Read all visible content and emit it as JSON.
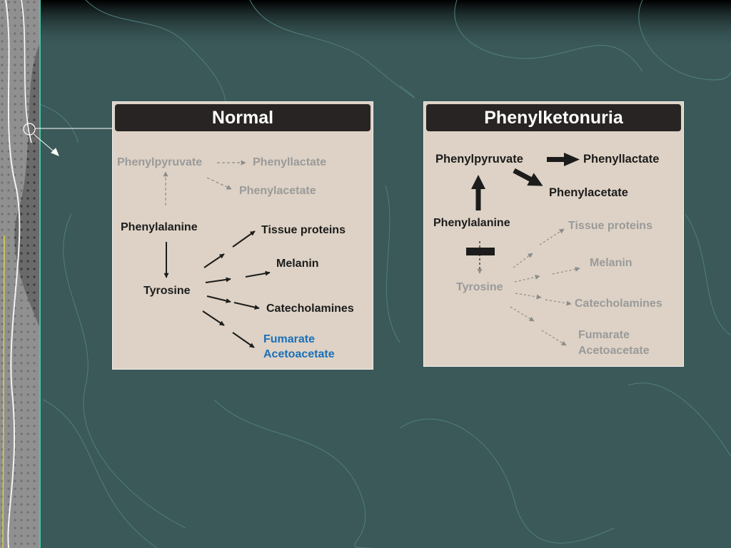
{
  "colors": {
    "background": "#3b5959",
    "panel": "#ddd2c5",
    "header": "#282423",
    "active_text": "#1c1c1c",
    "inactive_text": "#9a9a9a",
    "highlight_text": "#1a6fb8"
  },
  "normal": {
    "title": "Normal",
    "phenylpyruvate": "Phenylpyruvate",
    "phenyllactate": "Phenyllactate",
    "phenylacetate": "Phenylacetate",
    "phenylalanine": "Phenylalanine",
    "tyrosine": "Tyrosine",
    "tissue_proteins": "Tissue proteins",
    "melanin": "Melanin",
    "catecholamines": "Catecholamines",
    "fumarate": "Fumarate",
    "acetoacetate": "Acetoacetate"
  },
  "pku": {
    "title": "Phenylketonuria",
    "phenylpyruvate": "Phenylpyruvate",
    "phenyllactate": "Phenyllactate",
    "phenylacetate": "Phenylacetate",
    "phenylalanine": "Phenylalanine",
    "tyrosine": "Tyrosine",
    "tissue_proteins": "Tissue proteins",
    "melanin": "Melanin",
    "catecholamines": "Catecholamines",
    "fumarate": "Fumarate",
    "acetoacetate": "Acetoacetate"
  }
}
